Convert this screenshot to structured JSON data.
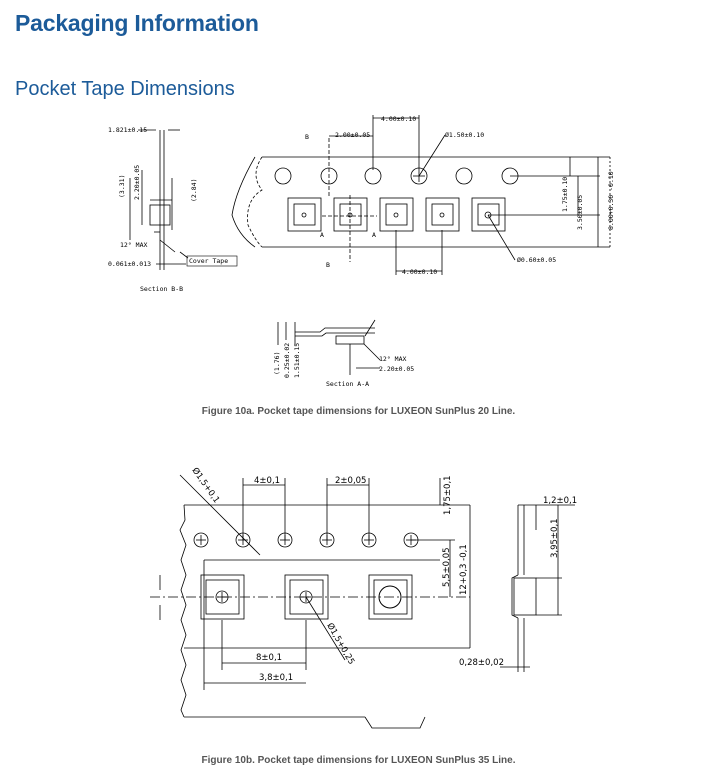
{
  "headings": {
    "section_title": "Packaging Information",
    "subsection_title": "Pocket Tape Dimensions"
  },
  "figure_a": {
    "caption": "Figure 10a. Pocket tape dimensions for LUXEON SunPlus 20 Line.",
    "labels": {
      "section_bb": "Section B-B",
      "section_aa": "Section A-A",
      "cover_tape": "Cover Tape",
      "dim_1821": "1.821±0.15",
      "dim_331": "(3.31)",
      "dim_220_v": "2.20±0.05",
      "dim_284": "(2.84)",
      "max12_a": "12° MAX",
      "dim_0061": "0.061±0.013",
      "dim_400_top": "4.00±0.10",
      "dim_200": "2.00±0.05",
      "dim_150": "Ø1.50±0.10",
      "dim_175": "1.75±0.10",
      "dim_350": "3.50±0.05",
      "dim_800": "8.00+0.30 -0.10",
      "dim_060": "Ø0.60±0.05",
      "dim_400_bot": "4.00±0.10",
      "letter_b": "B",
      "letter_a": "A",
      "dim_176": "(1.76)",
      "dim_025": "0.25±0.02",
      "dim_151": "1.51±0.15",
      "max12_b": "12° MAX",
      "dim_220_h": "2.20±0.05"
    }
  },
  "figure_b": {
    "caption": "Figure 10b. Pocket tape dimensions for LUXEON SunPlus 35 Line.",
    "labels": {
      "dim_15_top": "Ø1,5+0,1",
      "dim_4": "4±0,1",
      "dim_2": "2±0,05",
      "dim_175": "1,75±0,1",
      "dim_55": "5,5±0,05",
      "dim_12": "12+0,3 -0,1",
      "dim_12_t": "1,2±0,1",
      "dim_395": "3,95±0,1",
      "dim_15_pocket": "Ø1,5+0,25",
      "dim_8": "8±0,1",
      "dim_38": "3,8±0,1",
      "dim_028": "0,28±0,02"
    }
  }
}
